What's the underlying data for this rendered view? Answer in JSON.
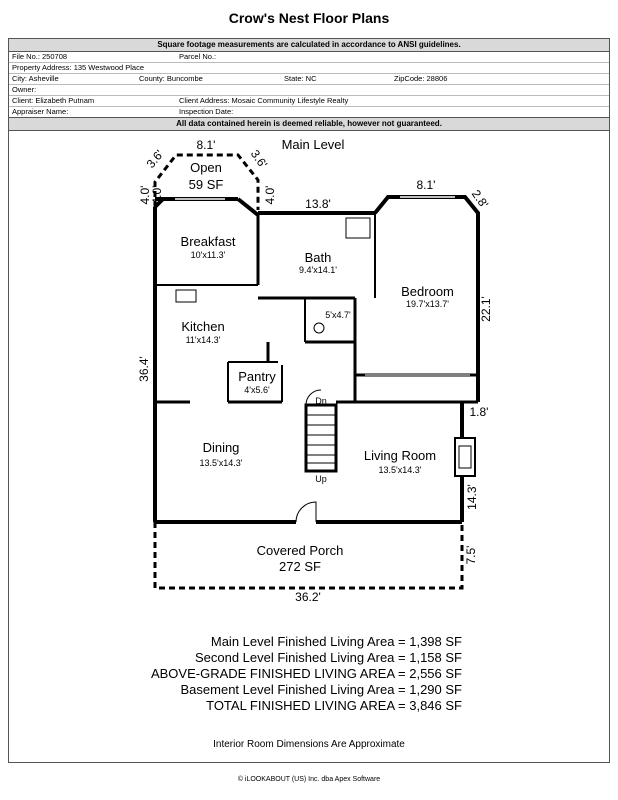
{
  "title": "Crow's Nest Floor Plans",
  "header": {
    "notice": "Square footage measurements are calculated in accordance to ANSI guidelines.",
    "file_no": "File No.: 250708",
    "parcel_no": "Parcel No.:",
    "property_address": "Property Address: 135 Westwood Place",
    "city": "City: Asheville",
    "county": "County: Buncombe",
    "state": "State: NC",
    "zip": "ZipCode: 28806",
    "owner": "Owner:",
    "client": "Client: Elizabeth Putnam",
    "client_address": "Client Address: Mosaic Community Lifestyle Realty",
    "appraiser": "Appraiser Name:",
    "inspection_date": "Inspection Date:",
    "disclaimer": "All data contained herein is deemed reliable, however not guaranteed."
  },
  "plan": {
    "level": "Main Level",
    "rooms": {
      "open": {
        "name": "Open",
        "size": "59 SF"
      },
      "breakfast": {
        "name": "Breakfast",
        "size": "10'x11.3'"
      },
      "bath": {
        "name": "Bath",
        "size": "9.4'x14.1'"
      },
      "bedroom": {
        "name": "Bedroom",
        "size": "19.7'x13.7'"
      },
      "half_bath": {
        "size": "5'x4.7'"
      },
      "kitchen": {
        "name": "Kitchen",
        "size": "11'x14.3'"
      },
      "pantry": {
        "name": "Pantry",
        "size": "4'x5.6'"
      },
      "dining": {
        "name": "Dining",
        "size": "13.5'x14.3'"
      },
      "living": {
        "name": "Living Room",
        "size": "13.5'x14.3'"
      },
      "porch": {
        "name": "Covered Porch",
        "size": "272 SF"
      }
    },
    "stairs": {
      "down": "Dn",
      "up": "Up"
    },
    "dimensions": {
      "open_top": "8.1'",
      "open_left_diag": "3.6'",
      "open_right_diag": "3.6'",
      "open_left_side": "4.0'",
      "open_left_side2": "4.0'",
      "open_right_side": "4.0'",
      "bath_top": "13.8'",
      "bedroom_top": "8.1'",
      "bedroom_diag": "2.8'",
      "bedroom_right": "22.1'",
      "left_side": "36.4'",
      "living_step": "1.8'",
      "living_right": "14.3'",
      "porch_right": "7.5'",
      "porch_bottom": "36.2'"
    }
  },
  "summary": [
    "Main Level Finished Living Area = 1,398 SF",
    "Second Level Finished Living Area = 1,158 SF",
    "ABOVE-GRADE FINISHED LIVING AREA = 2,556 SF",
    "Basement Level Finished Living Area = 1,290 SF",
    "TOTAL FINISHED LIVING AREA = 3,846 SF"
  ],
  "note": "Interior Room Dimensions Are Approximate",
  "copyright": "© iLOOKABOUT (US) Inc. dba Apex Software"
}
